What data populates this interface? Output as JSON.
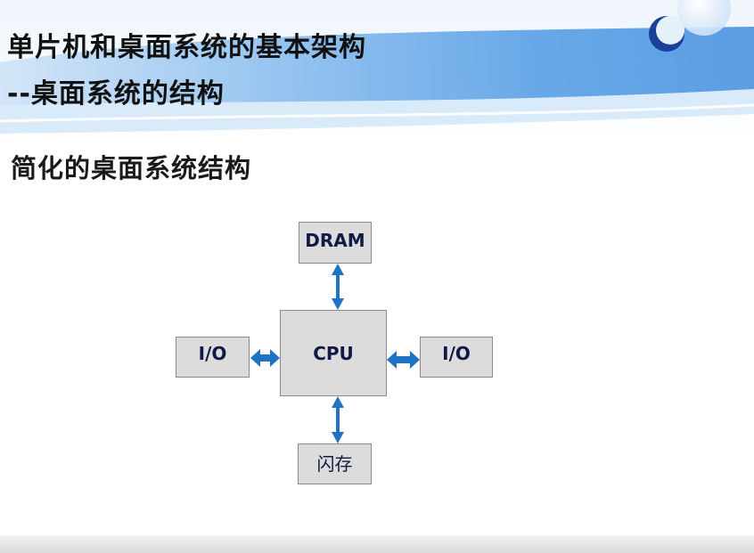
{
  "slide": {
    "title_line1": "单片机和桌面系统的基本架构",
    "title_line2": "--桌面系统的结构",
    "subtitle": "简化的桌面系统结构"
  },
  "diagram": {
    "nodes": {
      "dram": "DRAM",
      "cpu": "CPU",
      "io_left": "I/O",
      "io_right": "I/O",
      "flash": "闪存"
    },
    "edges": [
      {
        "from": "cpu",
        "to": "dram",
        "direction": "bidirectional"
      },
      {
        "from": "cpu",
        "to": "io_left",
        "direction": "bidirectional"
      },
      {
        "from": "cpu",
        "to": "io_right",
        "direction": "bidirectional"
      },
      {
        "from": "cpu",
        "to": "flash",
        "direction": "bidirectional"
      }
    ],
    "colors": {
      "arrow": "#1f72c4",
      "node_fill": "#dcdcdc",
      "banner_blue": "#5aa0e6"
    }
  }
}
